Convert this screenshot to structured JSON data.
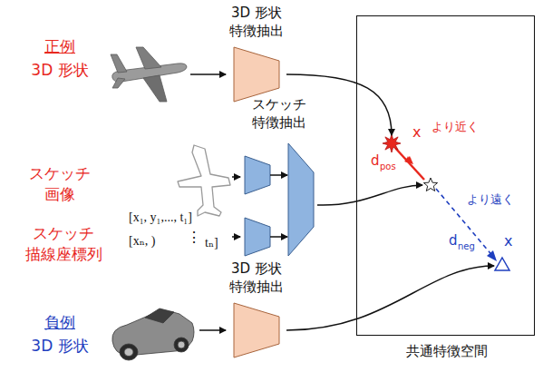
{
  "diagram": {
    "nodes": [
      {
        "text": [
          "正例",
          "3D 形状"
        ]
      },
      {
        "text": [
          "3D 形状 特徴抽出"
        ]
      },
      {
        "text": [
          "スケッチ 画像"
        ]
      },
      {
        "text": [
          "スケッチ 描線座標列"
        ]
      },
      {
        "text": [
          "スケッチ 特徴抽出"
        ]
      },
      {
        "text": [
          "負例",
          "3D 形状"
        ]
      },
      {
        "text": [
          "3D 形状 特徴抽出"
        ]
      },
      {
        "text": [
          "共通特徴空間"
        ]
      }
    ],
    "edges": [
      {
        "from": 0,
        "to": 1,
        "arrow": "to"
      },
      {
        "from": 1,
        "to": 7,
        "arrow": "to"
      },
      {
        "from": 2,
        "to": 4,
        "arrow": "to"
      },
      {
        "from": 3,
        "to": 4,
        "arrow": "to"
      },
      {
        "from": 4,
        "to": 7,
        "arrow": "to"
      },
      {
        "from": 5,
        "to": 6,
        "arrow": "to"
      },
      {
        "from": 6,
        "to": 7,
        "arrow": "to"
      }
    ],
    "labels": [
      "[x₁, y₁,..., t₁]",
      "[xₙ, )",
      "⋮",
      "tₙ]",
      "x",
      "より近く",
      "d",
      "pos",
      "より遠く",
      "d",
      "neg",
      "x"
    ]
  }
}
